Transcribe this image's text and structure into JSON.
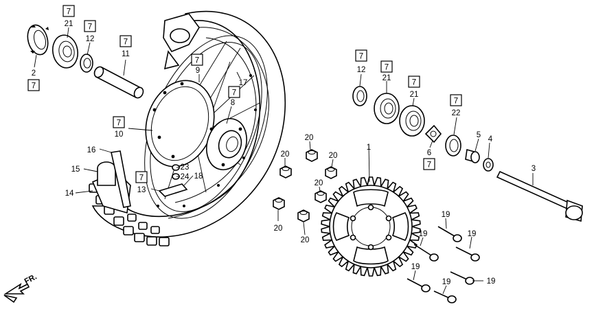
{
  "boxed_labels": {
    "b7_21": "7",
    "b7_12": "7",
    "b7_11": "7",
    "b7_2": "7",
    "b7_9": "7",
    "b7_8": "7",
    "b7_10": "7",
    "b7_13": "7",
    "b7_r12": "7",
    "b7_r21a": "7",
    "b7_r21b": "7",
    "b7_22": "7",
    "b7_6": "7"
  },
  "callouts": {
    "n21": "21",
    "n12": "12",
    "n11": "11",
    "n2": "2",
    "n9": "9",
    "n17": "17",
    "n8": "8",
    "n10": "10",
    "n16": "16",
    "n15": "15",
    "n14": "14",
    "n13": "13",
    "n23": "23",
    "n24": "24",
    "n18": "18",
    "r12": "12",
    "r21a": "21",
    "r21b": "21",
    "r22": "22",
    "r5": "5",
    "r4": "4",
    "r6": "6",
    "r3": "3",
    "r1": "1",
    "n20a": "20",
    "n20b": "20",
    "n20c": "20",
    "n20d": "20",
    "n20e": "20",
    "n20f": "20",
    "n19a": "19",
    "n19b": "19",
    "n19c": "19",
    "n19d": "19",
    "n19e": "19",
    "n19f": "19"
  },
  "direction_marker": "FR."
}
